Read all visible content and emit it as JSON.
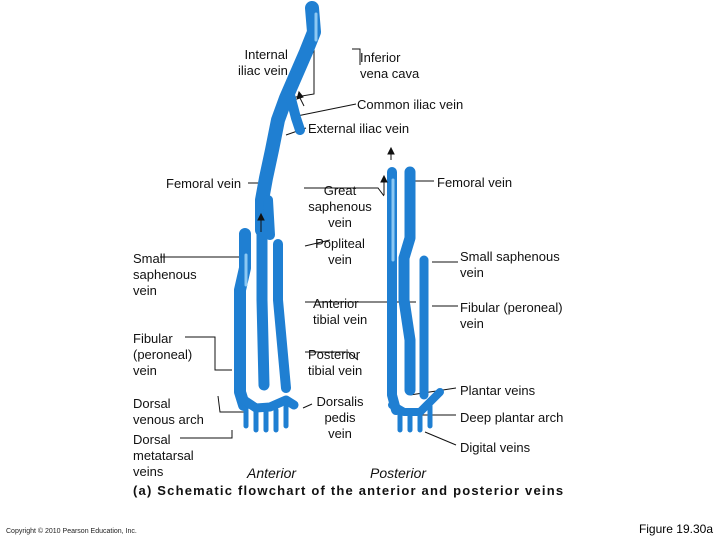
{
  "colors": {
    "vein": "#1f7fd2",
    "vein_dark": "#0f5aa5",
    "highlight": "#8cc8f3",
    "leader": "#111111"
  },
  "labels": {
    "internal_iliac": "Internal\niliac vein",
    "inferior_vena_cava": "Inferior\nvena cava",
    "common_iliac": "Common iliac vein",
    "external_iliac": "External iliac vein",
    "femoral_left": "Femoral vein",
    "great_saphenous": "Great\nsaphenous\nvein",
    "popliteal": "Popliteal\nvein",
    "femoral_right": "Femoral vein",
    "small_saphenous_left": "Small\nsaphenous\nvein",
    "small_saphenous_right": "Small saphenous\nvein",
    "anterior_tibial": "Anterior\ntibial vein",
    "fibular_left": "Fibular\n(peroneal)\nvein",
    "fibular_right": "Fibular (peroneal)\nvein",
    "posterior_tibial": "Posterior\ntibial vein",
    "plantar": "Plantar veins",
    "dorsal_venous_arch": "Dorsal\nvenous arch",
    "dorsalis_pedis": "Dorsalis\npedis\nvein",
    "deep_plantar_arch": "Deep plantar arch",
    "dorsal_metatarsal": "Dorsal\nmetatarsal\nveins",
    "digital": "Digital veins"
  },
  "view_labels": {
    "anterior": "Anterior",
    "posterior": "Posterior"
  },
  "caption": "(a) Schematic flowchart of the anterior and posterior veins",
  "copyright": "Copyright © 2010 Pearson Education, Inc.",
  "figure_number": "Figure 19.30a"
}
